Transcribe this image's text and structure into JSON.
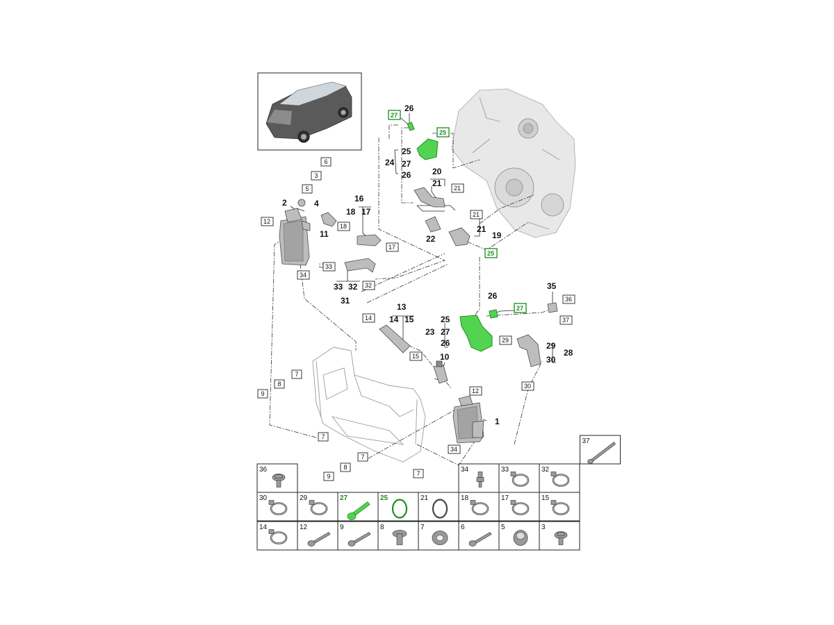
{
  "diagram": {
    "callouts_plain": [
      {
        "id": "c26a",
        "text": "26"
      },
      {
        "id": "c24",
        "text": "24"
      },
      {
        "id": "c25a",
        "text": "25"
      },
      {
        "id": "c27a",
        "text": "27"
      },
      {
        "id": "c26b",
        "text": "26"
      },
      {
        "id": "c20",
        "text": "20"
      },
      {
        "id": "c21a",
        "text": "21"
      },
      {
        "id": "c2",
        "text": "2"
      },
      {
        "id": "c4",
        "text": "4"
      },
      {
        "id": "c16",
        "text": "16"
      },
      {
        "id": "c18",
        "text": "18"
      },
      {
        "id": "c17",
        "text": "17"
      },
      {
        "id": "c11",
        "text": "11"
      },
      {
        "id": "c22",
        "text": "22"
      },
      {
        "id": "c21b",
        "text": "21"
      },
      {
        "id": "c19",
        "text": "19"
      },
      {
        "id": "c33",
        "text": "33"
      },
      {
        "id": "c32",
        "text": "32"
      },
      {
        "id": "c31",
        "text": "31"
      },
      {
        "id": "c13",
        "text": "13"
      },
      {
        "id": "c14",
        "text": "14"
      },
      {
        "id": "c15",
        "text": "15"
      },
      {
        "id": "c35",
        "text": "35"
      },
      {
        "id": "c26c",
        "text": "26"
      },
      {
        "id": "c25b",
        "text": "25"
      },
      {
        "id": "c23",
        "text": "23"
      },
      {
        "id": "c27b",
        "text": "27"
      },
      {
        "id": "c26d",
        "text": "26"
      },
      {
        "id": "c29",
        "text": "29"
      },
      {
        "id": "c28",
        "text": "28"
      },
      {
        "id": "c30",
        "text": "30"
      },
      {
        "id": "c10",
        "text": "10"
      },
      {
        "id": "c1",
        "text": "1"
      }
    ],
    "callouts_boxed": [
      {
        "id": "b6",
        "text": "6"
      },
      {
        "id": "b3",
        "text": "3"
      },
      {
        "id": "b5",
        "text": "5"
      },
      {
        "id": "b12a",
        "text": "12"
      },
      {
        "id": "b18",
        "text": "18"
      },
      {
        "id": "b17",
        "text": "17"
      },
      {
        "id": "b21a",
        "text": "21"
      },
      {
        "id": "b21b",
        "text": "21"
      },
      {
        "id": "b33",
        "text": "33"
      },
      {
        "id": "b34a",
        "text": "34"
      },
      {
        "id": "b32",
        "text": "32"
      },
      {
        "id": "b14",
        "text": "14"
      },
      {
        "id": "b15",
        "text": "15"
      },
      {
        "id": "b36",
        "text": "36"
      },
      {
        "id": "b37",
        "text": "37"
      },
      {
        "id": "b29",
        "text": "29"
      },
      {
        "id": "b30",
        "text": "30"
      },
      {
        "id": "b12b",
        "text": "12"
      },
      {
        "id": "b7a",
        "text": "7"
      },
      {
        "id": "b8a",
        "text": "8"
      },
      {
        "id": "b9a",
        "text": "9"
      },
      {
        "id": "b7b",
        "text": "7"
      },
      {
        "id": "b7c",
        "text": "7"
      },
      {
        "id": "b8b",
        "text": "8"
      },
      {
        "id": "b9b",
        "text": "9"
      },
      {
        "id": "b7d",
        "text": "7"
      },
      {
        "id": "b34b",
        "text": "34"
      }
    ],
    "callouts_boxed_green": [
      {
        "id": "g27a",
        "text": "27"
      },
      {
        "id": "g25a",
        "text": "25"
      },
      {
        "id": "g25b",
        "text": "25"
      },
      {
        "id": "g27b",
        "text": "27"
      }
    ]
  },
  "parts_table": {
    "highlight_color": "#1a8a1a",
    "cells": [
      {
        "number": "37",
        "icon": "long-bolt-icon",
        "highlighted": false
      },
      {
        "number": "36",
        "icon": "flange-bolt-icon",
        "highlighted": false
      },
      {
        "number": "34",
        "icon": "sensor-icon",
        "highlighted": false
      },
      {
        "number": "33",
        "icon": "hose-clamp-icon",
        "highlighted": false
      },
      {
        "number": "32",
        "icon": "hose-clamp-icon",
        "highlighted": false
      },
      {
        "number": "30",
        "icon": "hose-clamp-icon",
        "highlighted": false
      },
      {
        "number": "29",
        "icon": "hose-clamp-icon",
        "highlighted": false
      },
      {
        "number": "27",
        "icon": "screw-icon",
        "highlighted": true
      },
      {
        "number": "25",
        "icon": "o-ring-icon",
        "highlighted": true
      },
      {
        "number": "21",
        "icon": "o-ring-icon",
        "highlighted": false
      },
      {
        "number": "18",
        "icon": "hose-clamp-icon",
        "highlighted": false
      },
      {
        "number": "17",
        "icon": "hose-clamp-icon",
        "highlighted": false
      },
      {
        "number": "15",
        "icon": "hose-clamp-icon",
        "highlighted": false
      },
      {
        "number": "14",
        "icon": "hose-clamp-icon",
        "highlighted": false
      },
      {
        "number": "12",
        "icon": "bolt-icon",
        "highlighted": false
      },
      {
        "number": "9",
        "icon": "bolt-icon",
        "highlighted": false
      },
      {
        "number": "8",
        "icon": "stud-bolt-icon",
        "highlighted": false
      },
      {
        "number": "7",
        "icon": "grommet-icon",
        "highlighted": false
      },
      {
        "number": "6",
        "icon": "bolt-icon",
        "highlighted": false
      },
      {
        "number": "5",
        "icon": "spacer-icon",
        "highlighted": false
      },
      {
        "number": "3",
        "icon": "flange-bolt-icon",
        "highlighted": false
      }
    ]
  }
}
